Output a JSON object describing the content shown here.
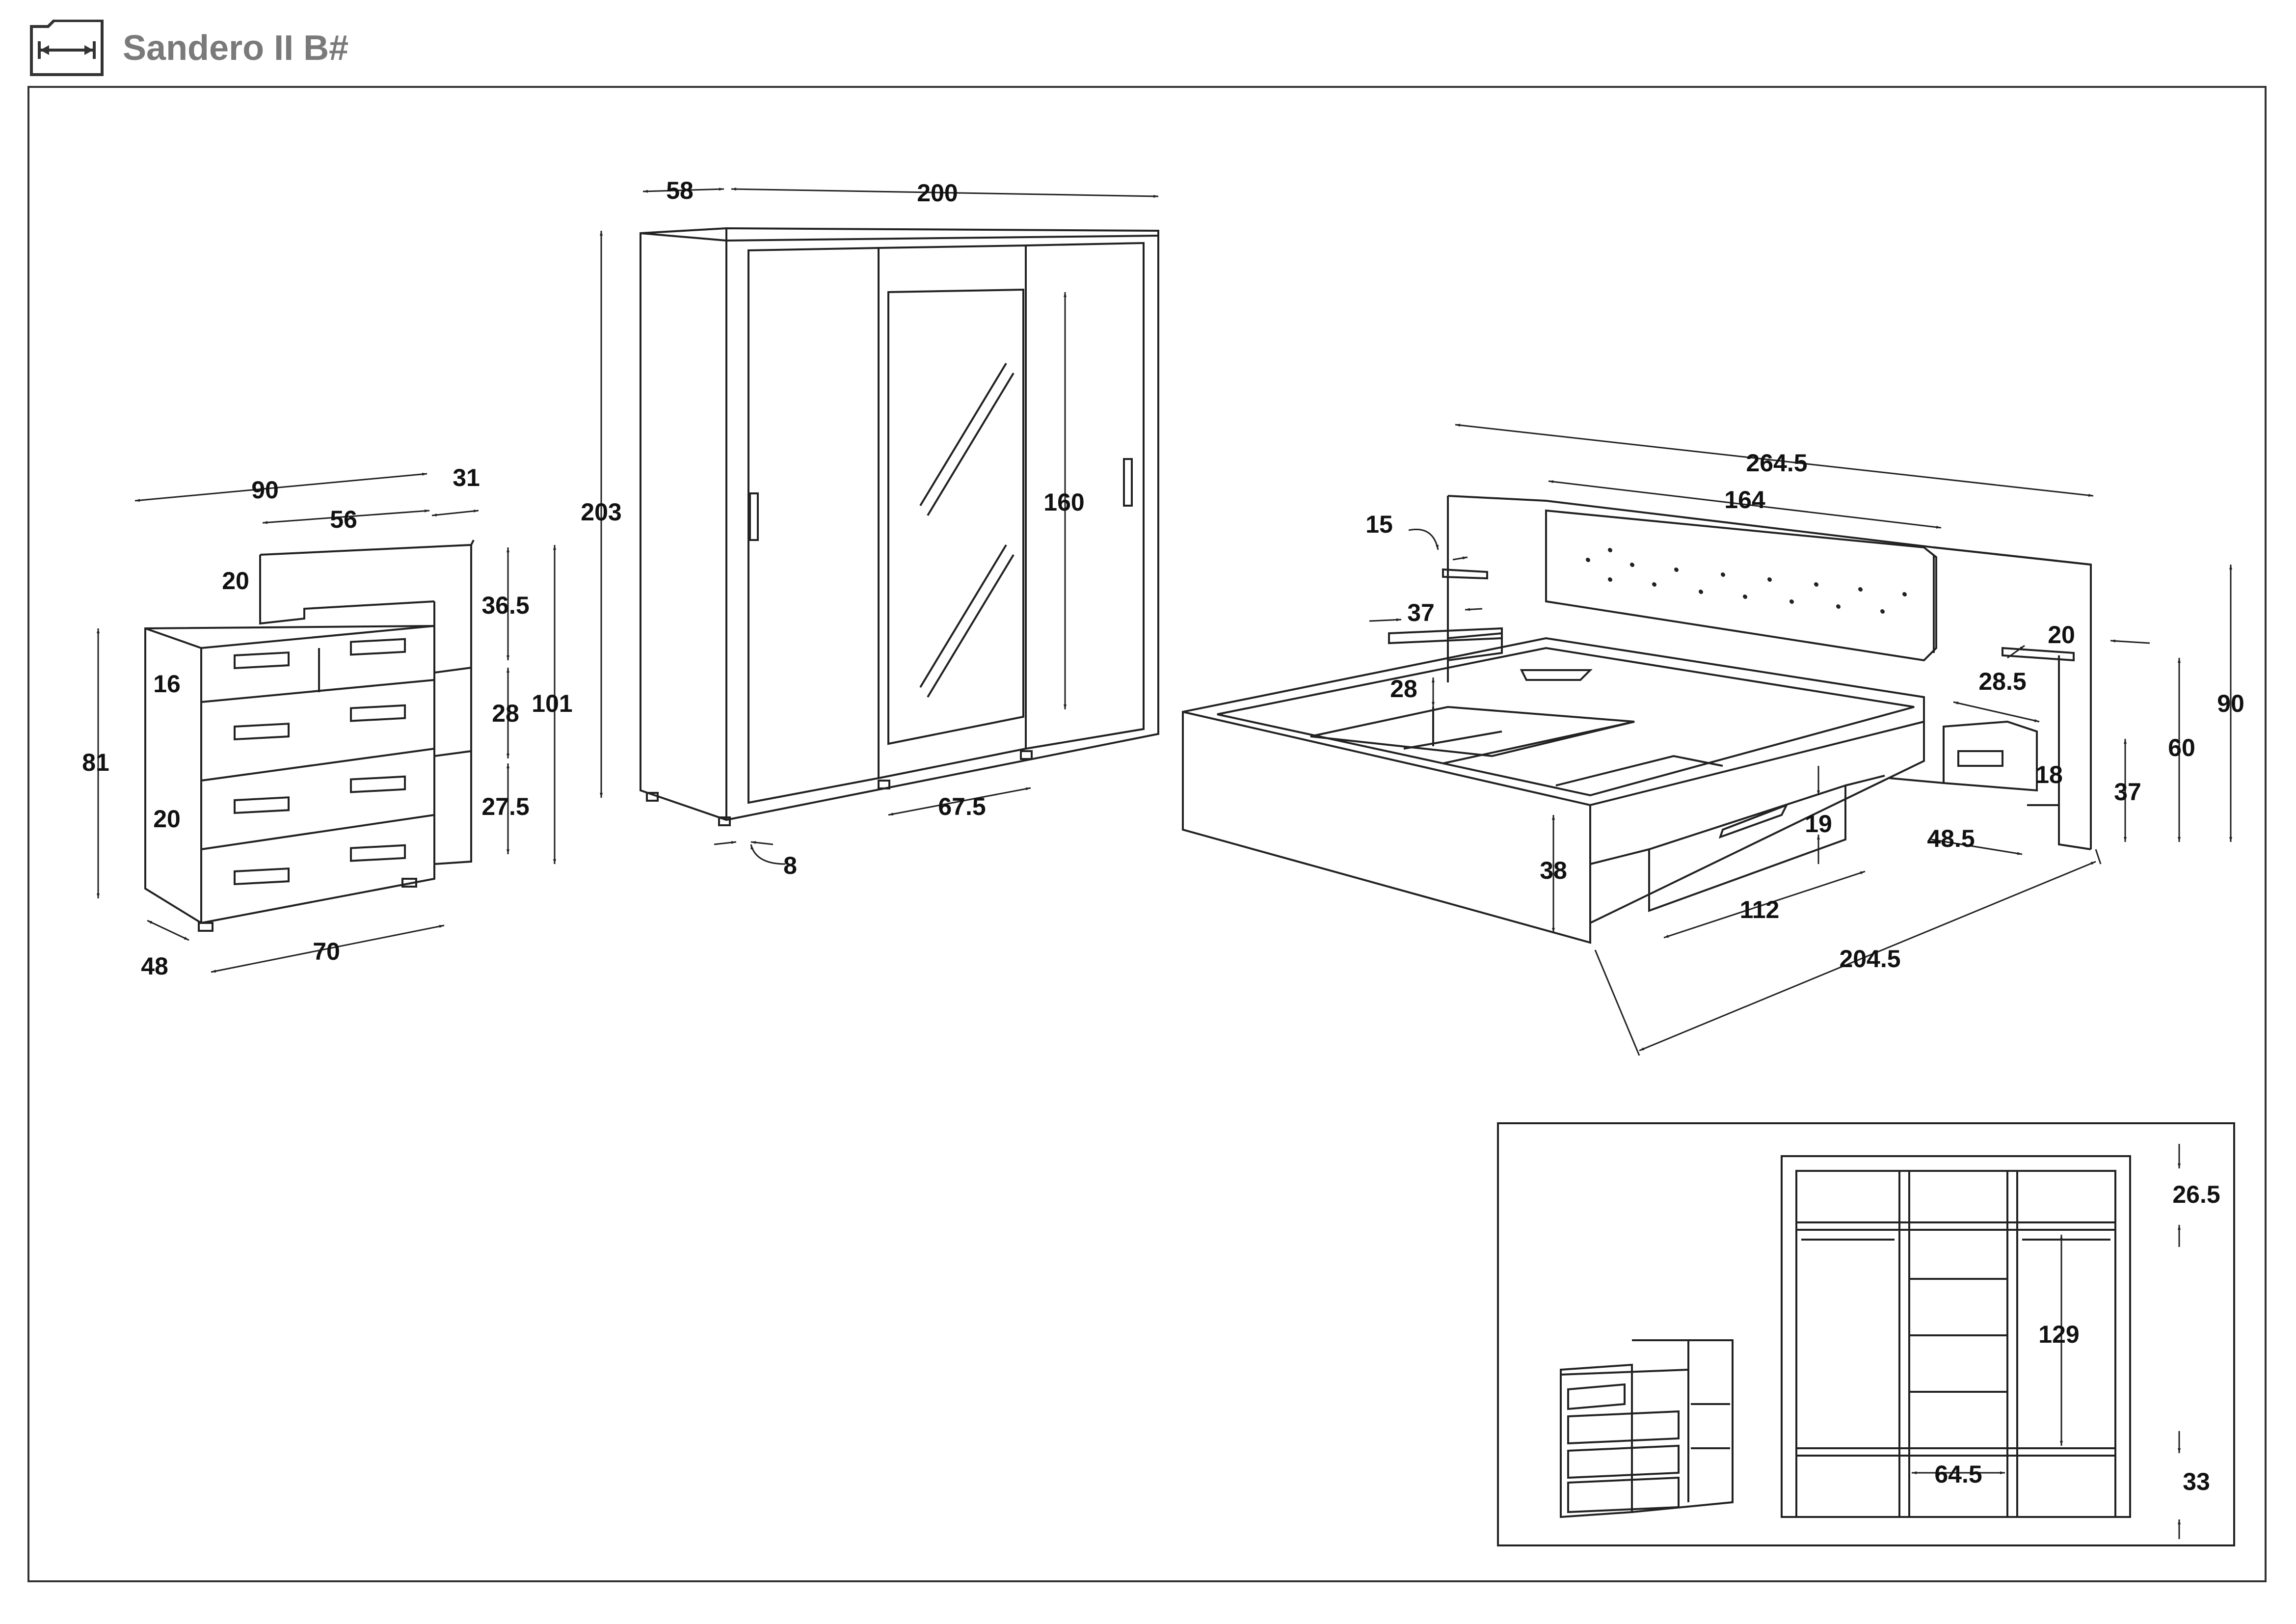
{
  "header": {
    "title": "Sandero II B#",
    "icon": "dimension-arrow-icon"
  },
  "dresser": {
    "width_top": "90",
    "depth_side": "31",
    "shelf_width": "56",
    "shelf_height_small": "20",
    "drawer_height_top": "16",
    "height": "81",
    "drawer_height": "20",
    "depth": "48",
    "width": "70",
    "shelf_1": "36.5",
    "shelf_2": "28",
    "shelf_3": "27.5",
    "total_height": "101"
  },
  "wardrobe": {
    "depth": "58",
    "width": "200",
    "height": "203",
    "mirror_height": "160",
    "door_width": "67.5",
    "plinth": "8"
  },
  "bed": {
    "headboard_width": "264.5",
    "headboard_panel": "164",
    "shelf_depth": "15",
    "nightstand_width": "37",
    "inner_depth": "28",
    "side_depth": "20",
    "nightstand_drawer": "28.5",
    "headboard_height": "90",
    "headboard_mid": "60",
    "nightstand_height": "37",
    "drawer_front": "18",
    "bed_height": "38",
    "drawer_height": "19",
    "nightstand_depth": "48.5",
    "drawer_length": "112",
    "bed_length": "204.5"
  },
  "inset": {
    "top_shelf": "26.5",
    "hang_height": "129",
    "inner_width": "64.5",
    "bottom_shelf": "33"
  }
}
